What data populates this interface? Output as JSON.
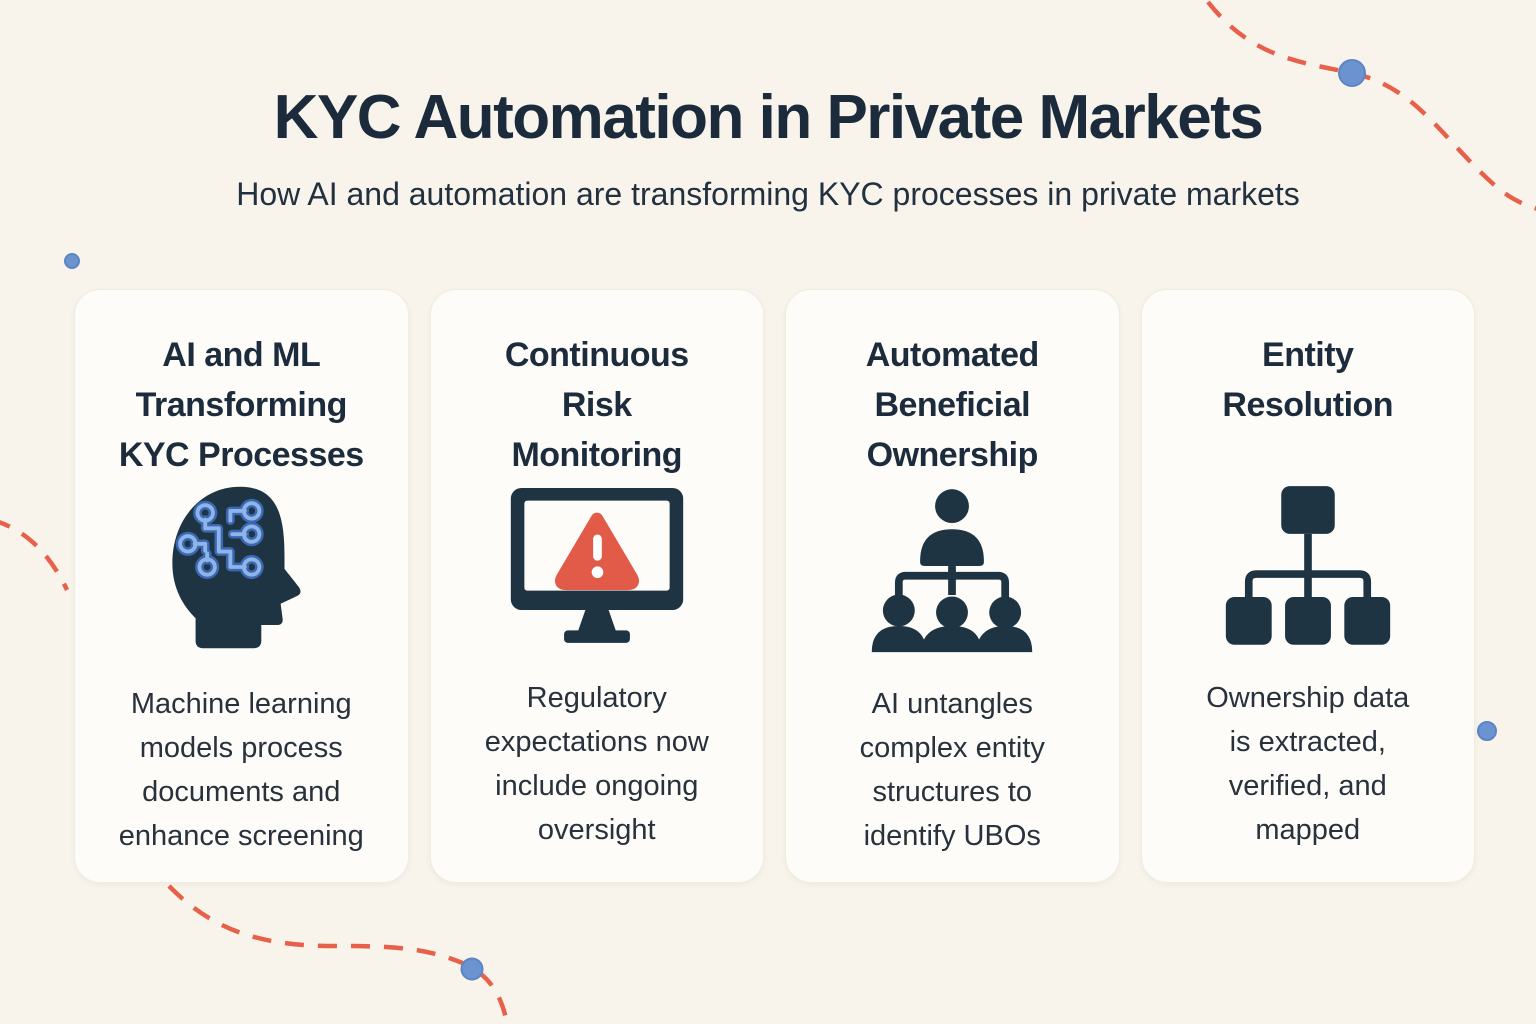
{
  "meta": {
    "type": "infographic"
  },
  "colors": {
    "page_background": "#f8f4ec",
    "card_background": "#fdfcf9",
    "heading_navy": "#1b2b3c",
    "body_text": "#28313c",
    "icon_navy": "#1e3443",
    "circuit_blue_light": "#8fb4e8",
    "circuit_blue_dark": "#3a68b2",
    "alert_red": "#e25a48",
    "dashed_line_orange": "#e7604a",
    "dot_blue": "#6a93d0"
  },
  "header": {
    "title": "KYC Automation in Private Markets",
    "subtitle": "How AI and automation are transforming KYC processes in private markets"
  },
  "cards": [
    {
      "title": "AI and ML\nTransforming\nKYC Processes",
      "icon": "ai-head-circuit-icon",
      "description": "Machine learning\nmodels process\ndocuments and\nenhance screening"
    },
    {
      "title": "Continuous\nRisk\nMonitoring",
      "icon": "monitor-warning-icon",
      "description": "Regulatory\nexpectations now\ninclude ongoing\noversight"
    },
    {
      "title": "Automated\nBeneficial\nOwnership",
      "icon": "people-hierarchy-icon",
      "description": "AI untangles\ncomplex entity\nstructures to\nidentify UBOs"
    },
    {
      "title": "Entity\nResolution",
      "icon": "org-chart-icon",
      "description": "Ownership data\nis extracted,\nverified, and\nmapped"
    }
  ],
  "decorations": {
    "dashed_curve_positions": [
      "top-right",
      "left-middle",
      "bottom-left"
    ],
    "blue_dot_count": 4
  }
}
